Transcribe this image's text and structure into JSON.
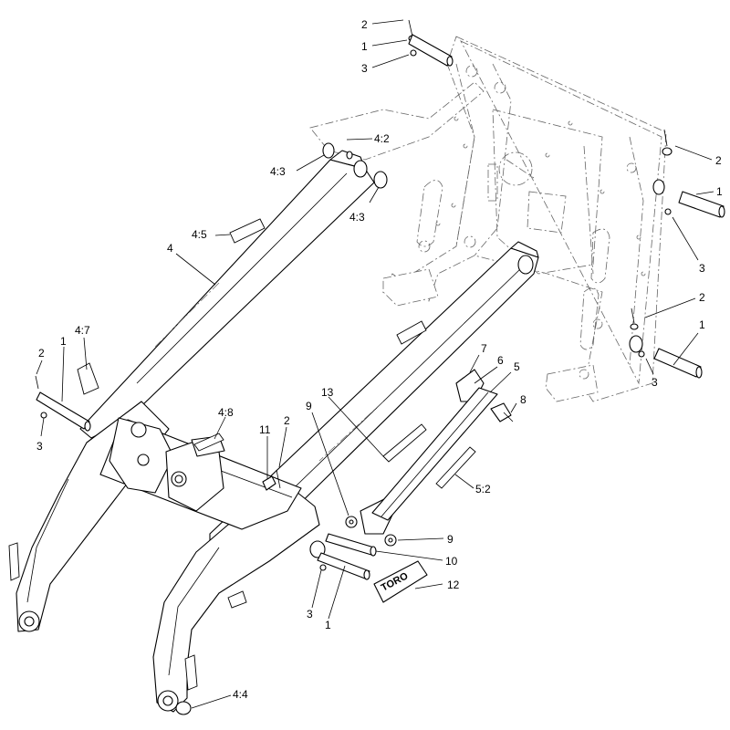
{
  "callouts": {
    "c_2_top": "2",
    "c_1_top": "1",
    "c_3_top": "3",
    "c_4_2": "4:2",
    "c_4_3_a": "4:3",
    "c_4_3_b": "4:3",
    "c_2_right": "2",
    "c_1_right": "1",
    "c_3_right": "3",
    "c_4_5": "4:5",
    "c_4": "4",
    "c_2_mid_right": "2",
    "c_1_mid_right": "1",
    "c_3_mid_right": "3",
    "c_4_7": "4:7",
    "c_2_left": "2",
    "c_1_left": "1",
    "c_3_left": "3",
    "c_7": "7",
    "c_6": "6",
    "c_5": "5",
    "c_8": "8",
    "c_9_a": "9",
    "c_13": "13",
    "c_4_8": "4:8",
    "c_11": "11",
    "c_2_center": "2",
    "c_5_2": "5:2",
    "c_9_b": "9",
    "c_10": "10",
    "c_12": "12",
    "c_3_bottom": "3",
    "c_1_bottom": "1",
    "c_4_4": "4:4"
  },
  "logo": {
    "text": "TORO"
  }
}
